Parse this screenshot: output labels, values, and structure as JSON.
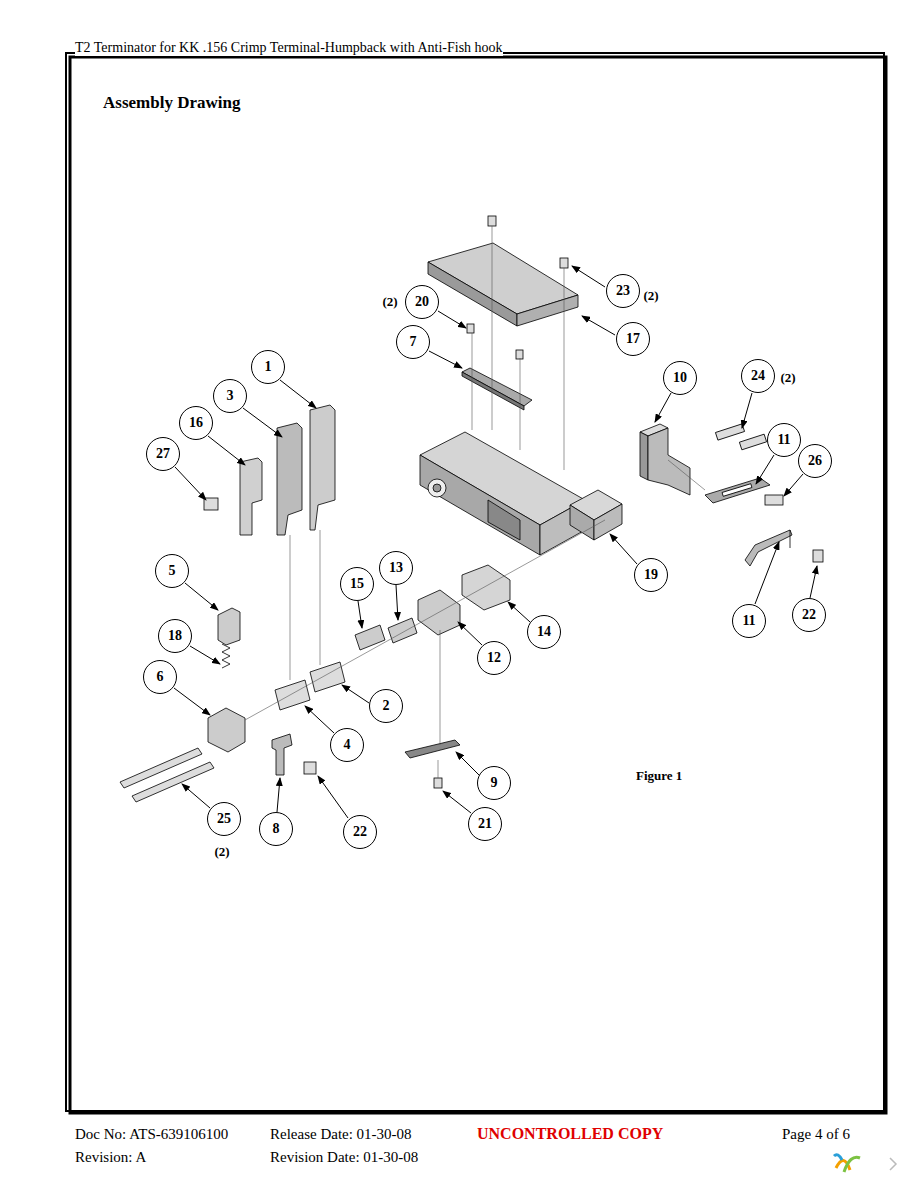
{
  "diagram": {
    "title": "Assembly Drawing",
    "caption": "Figure 1",
    "nodes": [
      {
        "text": [
          "23"
        ]
      },
      {
        "text": [
          "20"
        ]
      },
      {
        "text": [
          "17"
        ]
      },
      {
        "text": [
          "7"
        ]
      },
      {
        "text": [
          "1"
        ]
      },
      {
        "text": [
          "24"
        ]
      },
      {
        "text": [
          "10"
        ]
      },
      {
        "text": [
          "3"
        ]
      },
      {
        "text": [
          "16"
        ]
      },
      {
        "text": [
          "11"
        ]
      },
      {
        "text": [
          "27"
        ]
      },
      {
        "text": [
          "26"
        ]
      },
      {
        "text": [
          "13"
        ]
      },
      {
        "text": [
          "5"
        ]
      },
      {
        "text": [
          "19"
        ]
      },
      {
        "text": [
          "15"
        ]
      },
      {
        "text": [
          "22"
        ]
      },
      {
        "text": [
          "11"
        ]
      },
      {
        "text": [
          "14"
        ]
      },
      {
        "text": [
          "18"
        ]
      },
      {
        "text": [
          "12"
        ]
      },
      {
        "text": [
          "6"
        ]
      },
      {
        "text": [
          "2"
        ]
      },
      {
        "text": [
          "4"
        ]
      },
      {
        "text": [
          "9"
        ]
      },
      {
        "text": [
          "25"
        ]
      },
      {
        "text": [
          "21"
        ]
      },
      {
        "text": [
          "8"
        ]
      },
      {
        "text": [
          "22"
        ]
      }
    ],
    "labels": [
      "T2 Terminator for  KK .156 Crimp Terminal-Humpback with Anti-Fish hook",
      "(2)",
      "(2)",
      "(2)",
      "(2)",
      "Doc No: ATS-639106100",
      "Release Date: 01-30-08",
      "UNCONTROLLED COPY",
      "Page 4 of 6",
      "Revision: A",
      "Revision Date: 01-30-08"
    ]
  }
}
